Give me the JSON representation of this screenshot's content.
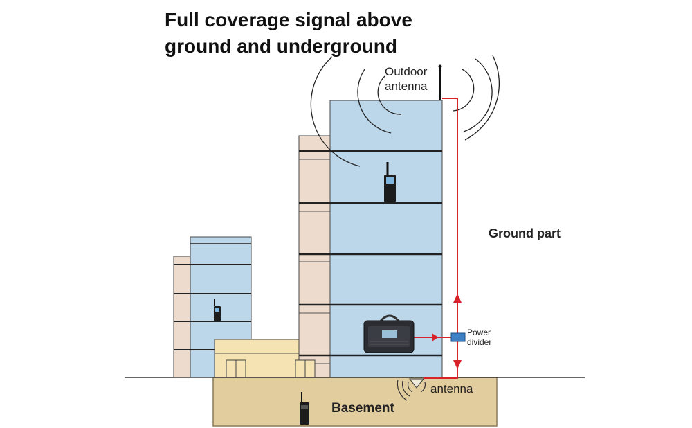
{
  "title": {
    "line1": "Full coverage signal above",
    "line2": "ground and underground"
  },
  "labels": {
    "outdoor_antenna_line1": "Outdoor",
    "outdoor_antenna_line2": "antenna",
    "ground_part": "Ground part",
    "power_divider_line1": "Power",
    "power_divider_line2": "divider",
    "indoor_antenna": "antenna",
    "basement": "Basement"
  },
  "colors": {
    "cable": "#d8232a",
    "glass": "#bcd6ea",
    "wall": "#eddccd",
    "annex": "#f6e3b4",
    "basement": "#e2cd9f",
    "divider": "#3f7fc4"
  },
  "icons": [
    "radio-icon",
    "repeater-icon",
    "power-divider-icon",
    "antenna-icon"
  ]
}
